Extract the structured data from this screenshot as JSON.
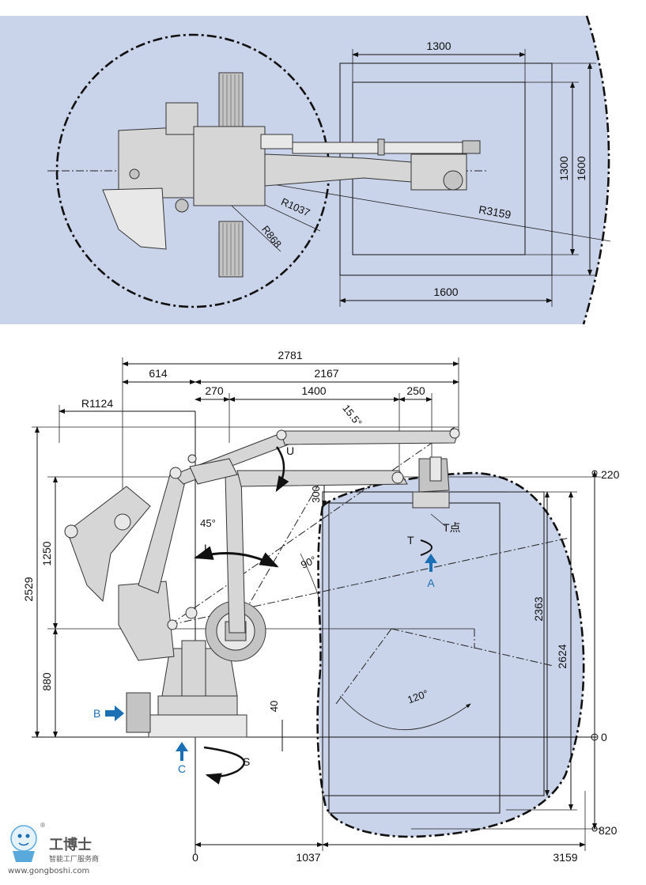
{
  "top_view": {
    "dims": {
      "width_inner": "1300",
      "height_inner": "1300",
      "width_outer": "1600",
      "height_outer": "1600",
      "radius_reach": "R3159",
      "radius_1": "R1037",
      "radius_2": "R868"
    }
  },
  "side_view": {
    "dims": {
      "total_width": "2781",
      "left_offset": "614",
      "right_span": "2167",
      "d270": "270",
      "d1400": "1400",
      "d250": "250",
      "radius_tail": "R1124",
      "angle_15": "15.5°",
      "height_2529": "2529",
      "height_1250": "1250",
      "height_880": "880",
      "d300": "300",
      "d40": "40",
      "angle_45": "45°",
      "angle_90": "90°",
      "angle_120": "120°",
      "height_2363": "2363",
      "height_2624": "2624",
      "level_2200": "220",
      "level_0": "0",
      "level_820": "820",
      "x0": "0",
      "x1037": "1037",
      "x3159": "3159"
    },
    "axes": {
      "U": "U",
      "L": "L",
      "T": "T",
      "T_point": "T点",
      "S": "S"
    },
    "arrows": {
      "A": "A",
      "B": "B",
      "C": "C"
    }
  },
  "watermark": {
    "name": "工博士",
    "subtitle": "智能工厂服务商",
    "url": "www.gongboshi.com",
    "registered": "®"
  },
  "colors": {
    "region_fill": "#c9d3e9",
    "arrow_blue": "#1a6fb5",
    "robot_gray": "#d6d6d6"
  }
}
